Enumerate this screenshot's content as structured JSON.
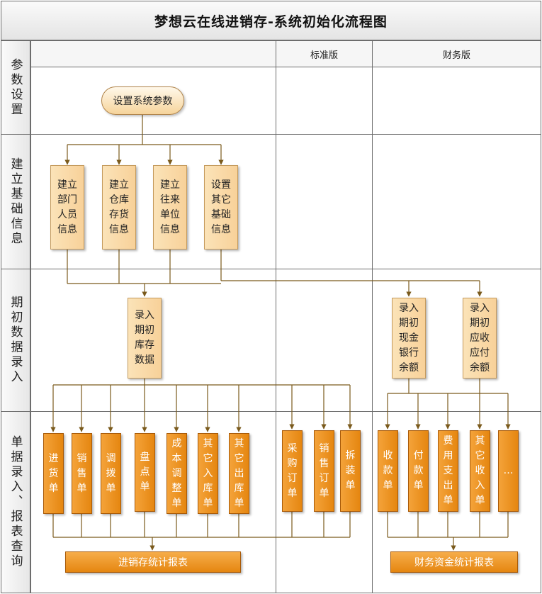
{
  "title": "梦想云在线进销存-系统初始化流程图",
  "columns": {
    "standard": "标准版",
    "finance": "财务版"
  },
  "rows": {
    "params": "参数设置",
    "basic": "建立基础信息",
    "opening": "期初数据录入",
    "docs": "单据录入、报表查询"
  },
  "nodes": {
    "set_params": "设置系统参数",
    "dept_staff": "建立部门人员信息",
    "warehouse_stock": "建立仓库存货信息",
    "partner": "建立往来单位信息",
    "other_basic": "设置其它基础信息",
    "opening_stock": "录入期初库存数据",
    "opening_cash": "录入期初现金银行余额",
    "opening_ar_ap": "录入期初应收应付余额"
  },
  "documents": {
    "purchase": "进货单",
    "sales": "销售单",
    "transfer": "调拨单",
    "stocktake": "盘点单",
    "cost_adjust": "成本调整单",
    "other_in": "其它入库单",
    "other_out": "其它出库单",
    "purchase_order": "采购订单",
    "sales_order": "销售订单",
    "disassembly": "拆装单",
    "receipt": "收款单",
    "payment": "付款单",
    "expense": "费用支出单",
    "other_income": "其它收入单",
    "more": "…"
  },
  "reports": {
    "inventory": "进销存统计报表",
    "finance": "财务资金统计报表"
  },
  "colors": {
    "light_box": "#f8d199",
    "dark_box": "#e58610",
    "connector": "#7a5a1c"
  }
}
